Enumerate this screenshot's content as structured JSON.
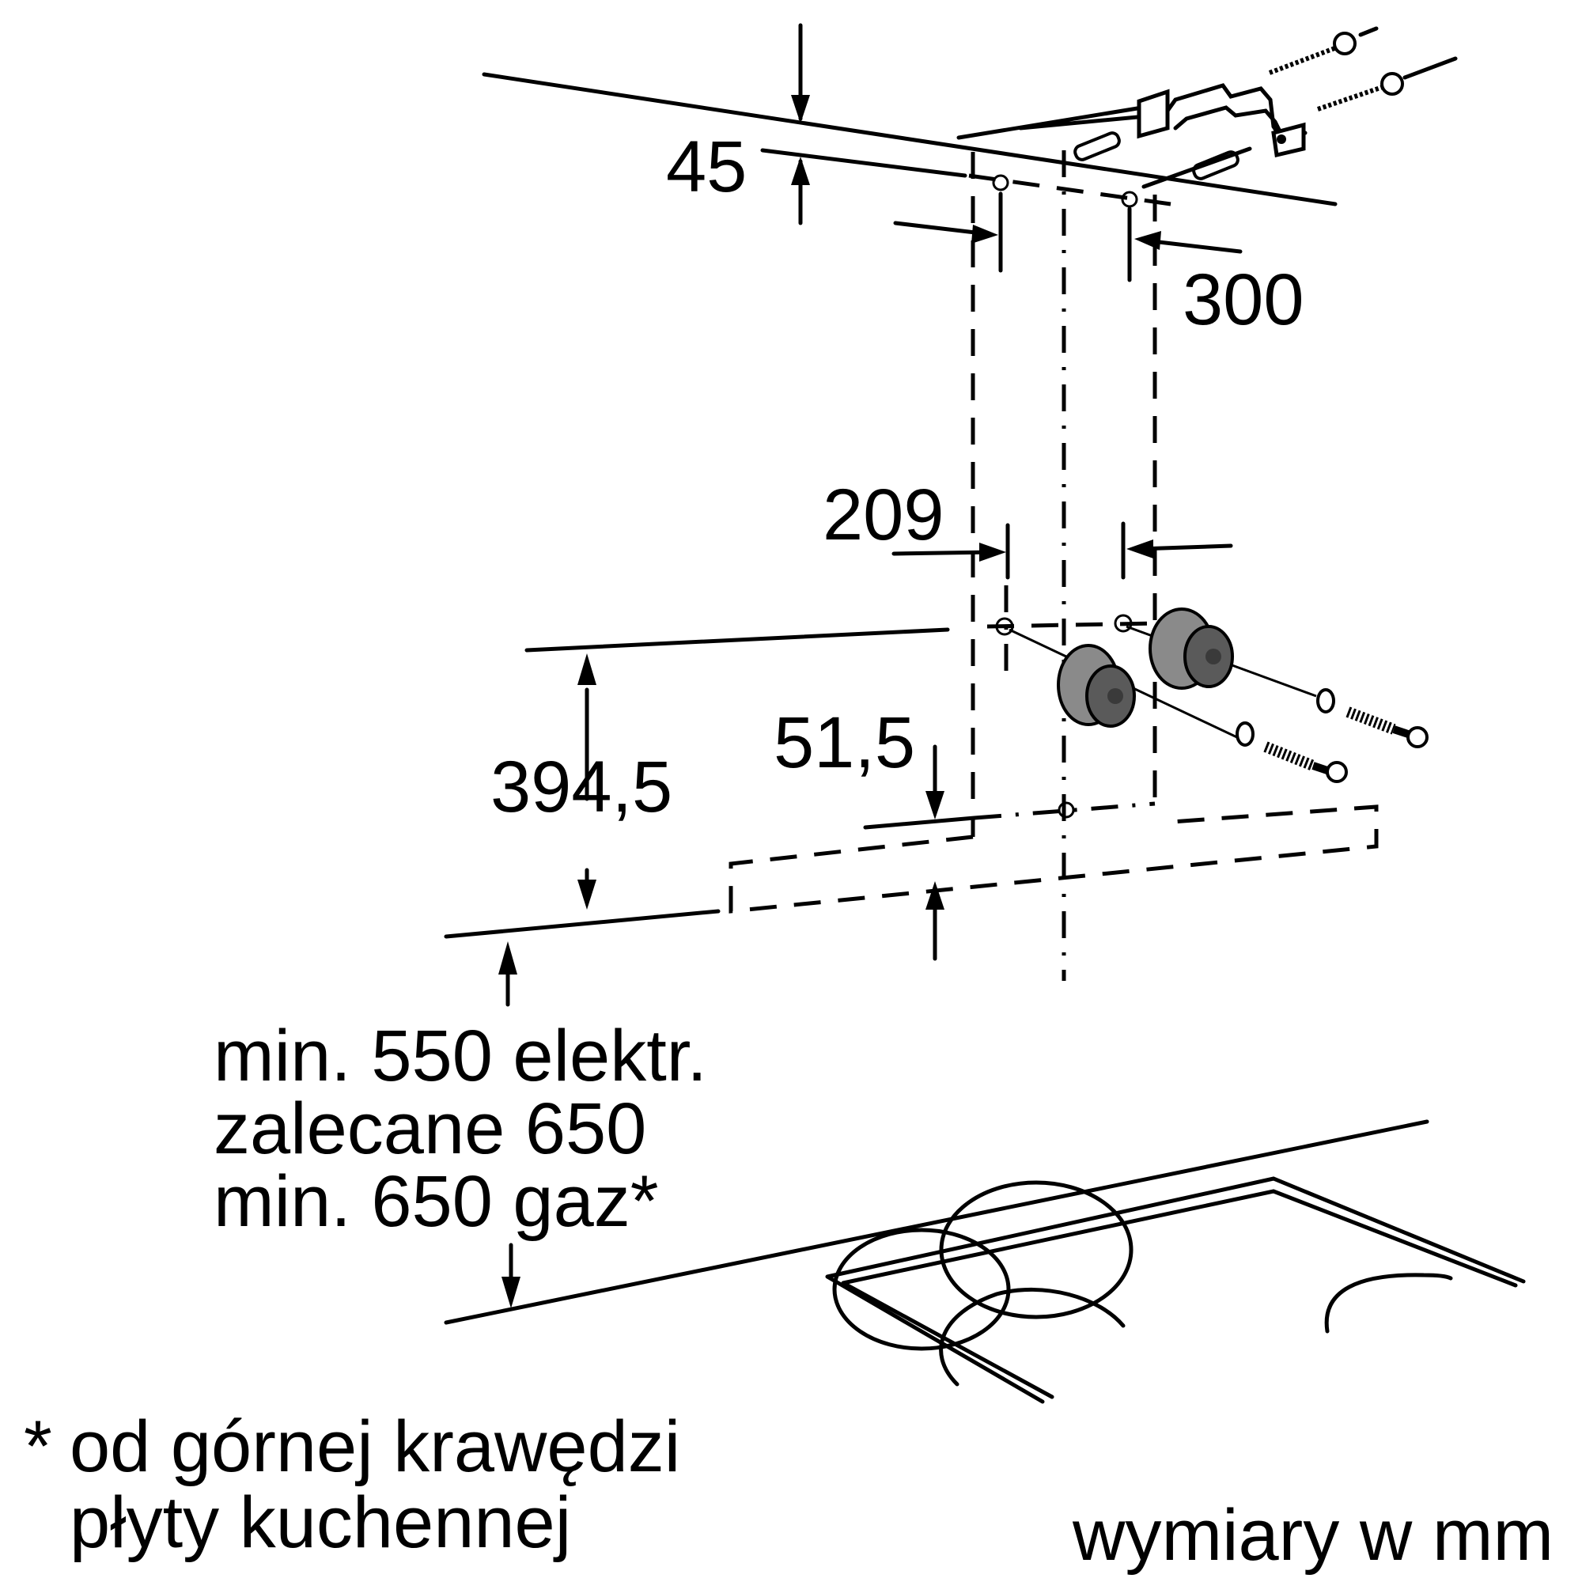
{
  "dimensions": {
    "d45": "45",
    "d300": "300",
    "d209": "209",
    "d394_5": "394,5",
    "d51_5": "51,5"
  },
  "clearance_note": {
    "line1": "min. 550 elektr.",
    "line2": "zalecane 650",
    "line3": "min. 650 gaz*"
  },
  "footnote": {
    "marker": "*",
    "line1": "od górnej krawędzi",
    "line2": "płyty kuchennej"
  },
  "units_label": "wymiary w mm",
  "colors": {
    "line": "#000000",
    "part_fill": "#8a8a8a",
    "part_dark": "#5a5a5a",
    "background": "#ffffff"
  }
}
